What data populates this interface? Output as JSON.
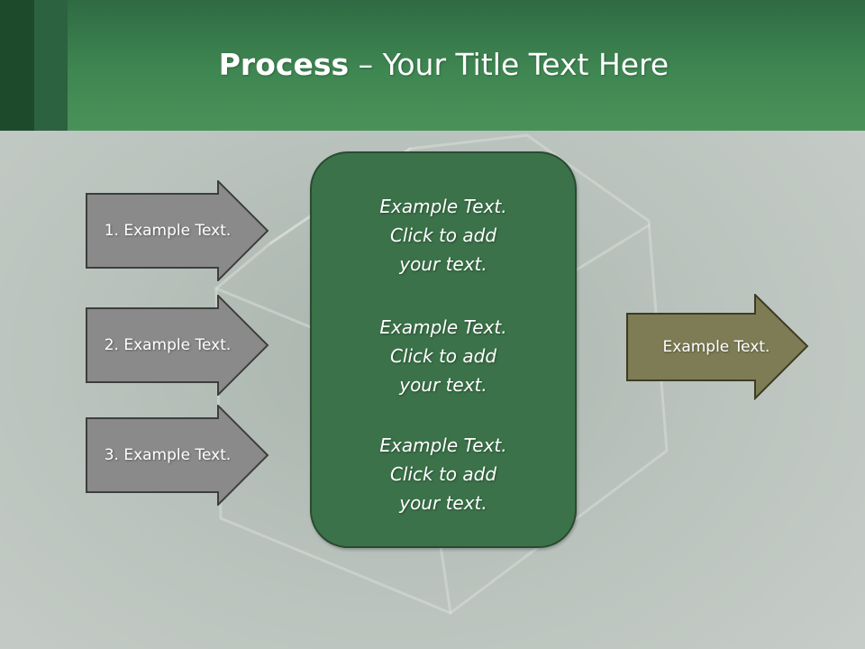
{
  "title": {
    "bold": "Process",
    "rest": " – Your Title Text Here"
  },
  "left_steps": [
    {
      "label": "1. Example Text."
    },
    {
      "label": "2. Example Text."
    },
    {
      "label": "3. Example Text."
    }
  ],
  "center": {
    "blocks": [
      {
        "line1": "Example Text.",
        "line2": "Click  to add",
        "line3": "your text."
      },
      {
        "line1": "Example Text.",
        "line2": "Click  to add",
        "line3": "your text."
      },
      {
        "line1": "Example Text.",
        "line2": "Click  to add",
        "line3": "your text."
      }
    ]
  },
  "output": {
    "label": "Example Text."
  },
  "colors": {
    "header": "#3f8752",
    "center_box": "#3b7249",
    "step_arrow": "#8a8a8a",
    "output_arrow": "#7d7c55"
  }
}
